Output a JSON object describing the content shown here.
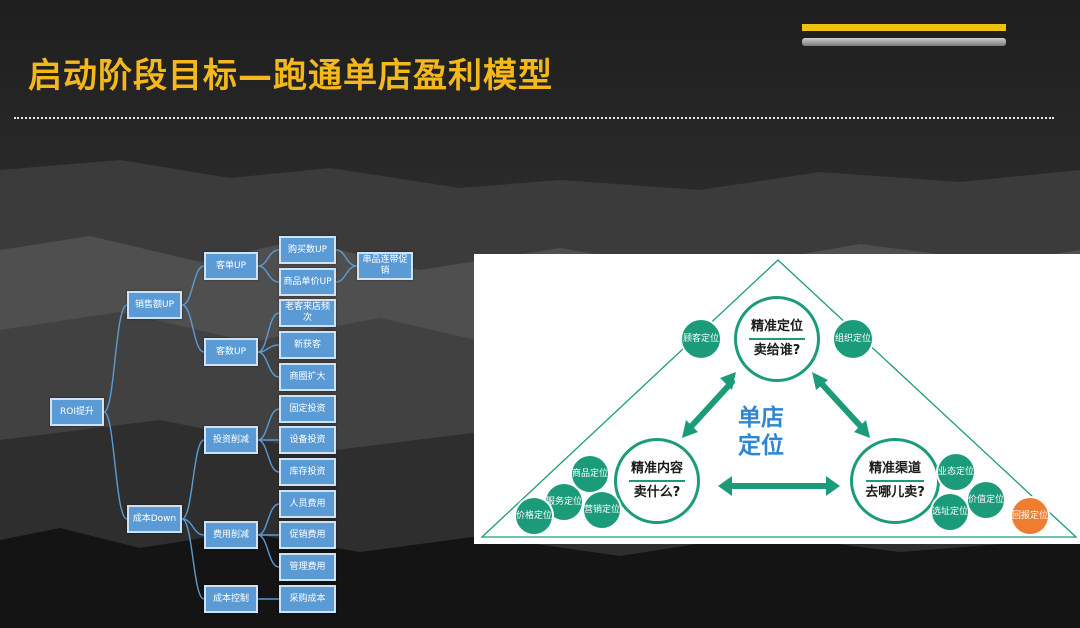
{
  "title": "启动阶段目标—跑通单店盈利模型",
  "tree": {
    "root": "ROI提升",
    "l1": [
      "销售额UP",
      "成本Down"
    ],
    "l2": [
      "客单UP",
      "客数UP",
      "投资削减",
      "费用削减",
      "成本控制"
    ],
    "l3": [
      "购买数UP",
      "商品单价UP",
      "老客来店频次",
      "新获客",
      "商圈扩大",
      "固定投资",
      "设备投资",
      "库存投资",
      "人员费用",
      "促销费用",
      "管理费用",
      "采购成本"
    ],
    "l4": [
      "串品连带促销"
    ]
  },
  "diagram": {
    "center": [
      "单店",
      "定位"
    ],
    "nodes": {
      "top": [
        "精准定位",
        "卖给谁?"
      ],
      "left": [
        "精准内容",
        "卖什么?"
      ],
      "right": [
        "精准渠道",
        "去哪儿卖?"
      ]
    },
    "badges": {
      "customer": "顾客定位",
      "organization": "组织定位",
      "product": "商品定位",
      "service": "服务定位",
      "price_left": "价格定位",
      "marketing": "营销定位",
      "format": "业态定位",
      "site": "选址定位",
      "price_right": "价值定位",
      "return": "回报定位"
    }
  },
  "colors": {
    "title": "#f4b81a",
    "node": "#5b9bd5",
    "teal": "#1b9b7a",
    "orange": "#ee7d30",
    "center_text": "#2e86d1"
  }
}
